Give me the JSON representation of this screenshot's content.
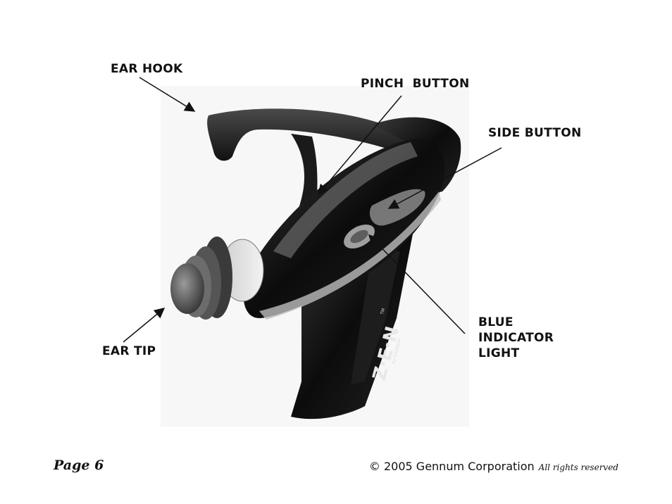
{
  "labels": {
    "ear_hook": "EAR HOOK",
    "pinch_button": "PINCH  BUTTON",
    "side_button": "SIDE BUTTON",
    "ear_tip": "EAR TIP",
    "blue_indicator_light": [
      "BLUE",
      "INDICATOR",
      "LIGHT"
    ]
  },
  "device": {
    "brand_logo": "Z·E·N",
    "brand_tm": "TM",
    "brand_sub": "by GENNUM"
  },
  "footer": {
    "page": "Page 6",
    "copyright": "© 2005 Gennum Corporation",
    "rights": "All rights reserved"
  }
}
